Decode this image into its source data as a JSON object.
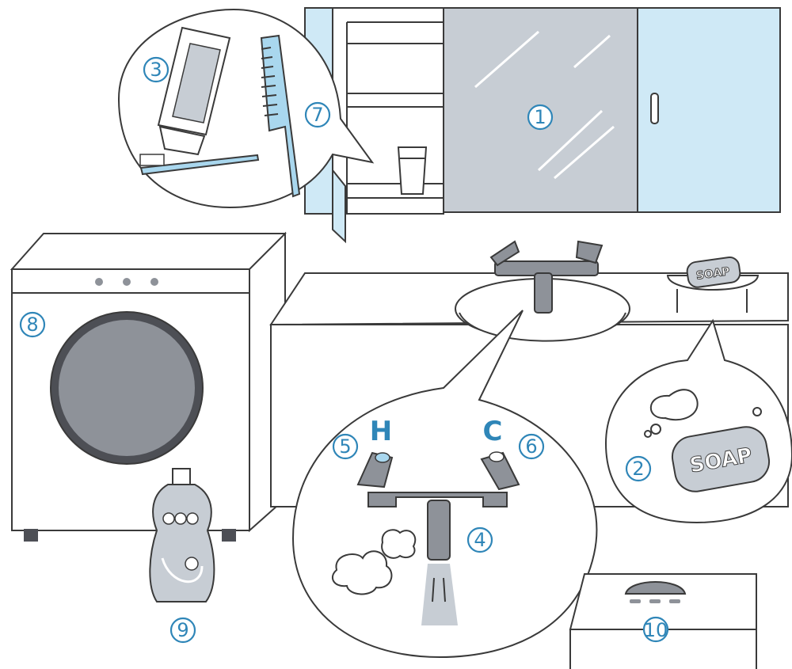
{
  "labels": {
    "n1": "1",
    "n2": "2",
    "n3": "3",
    "n4": "4",
    "n5": "5",
    "n6": "6",
    "n7": "7",
    "n8": "8",
    "n9": "9",
    "n10": "10"
  },
  "faucet": {
    "hot": "H",
    "cold": "C"
  },
  "soap": {
    "small": "SOAP",
    "large": "SOAP"
  },
  "colors": {
    "accent": "#2f86b8",
    "mirror_blue": "#cfe9f6",
    "mirror_gray": "#c7cdd4",
    "fixture_gray": "#8e9299",
    "dark_door": "#4d4f55",
    "line": "#3a3a3a"
  }
}
